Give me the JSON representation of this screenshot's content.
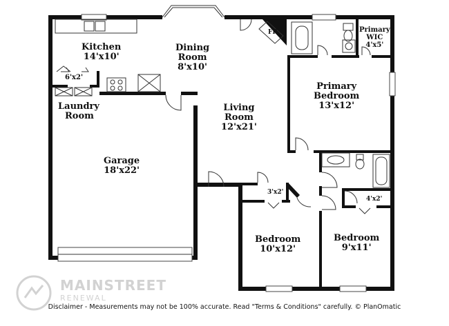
{
  "rooms": {
    "kitchen": {
      "name": "Kitchen",
      "size": "14'x10'"
    },
    "dining": {
      "name1": "Dining",
      "name2": "Room",
      "size": "8'x10'"
    },
    "living": {
      "name1": "Living",
      "name2": "Room",
      "size": "12'x21'"
    },
    "primary_bedroom": {
      "name1": "Primary",
      "name2": "Bedroom",
      "size": "13'x12'"
    },
    "primary_wic": {
      "name1": "Primary",
      "name2": "WIC",
      "size": "4'x5'"
    },
    "laundry": {
      "name1": "Laundry",
      "name2": "Room"
    },
    "laundry_closet": {
      "size": "6'x2'"
    },
    "garage": {
      "name": "Garage",
      "size": "18'x22'"
    },
    "bedroom_left": {
      "name": "Bedroom",
      "size": "10'x12'"
    },
    "bedroom_right": {
      "name": "Bedroom",
      "size": "9'x11'"
    },
    "closet_left": {
      "size": "3'x2'"
    },
    "closet_right": {
      "size": "4'x2'"
    },
    "fireplace": {
      "label": "FP"
    }
  },
  "watermark": {
    "title": "MAINSTREET",
    "subtitle": "RENEWAL"
  },
  "disclaimer": "Disclaimer - Measurements may not be 100% accurate. Read \"Terms & Conditions\" carefully. © PlanOmatic"
}
